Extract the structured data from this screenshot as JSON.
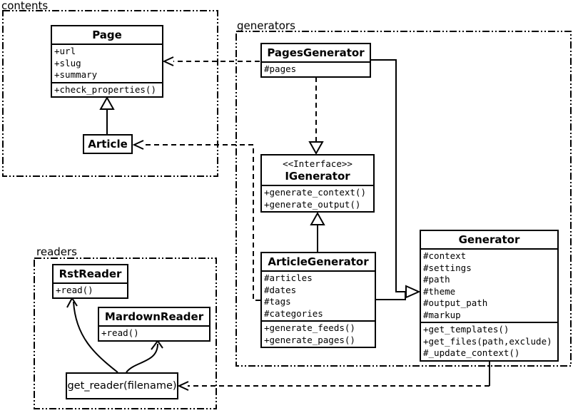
{
  "packages": {
    "contents": {
      "label": "contents"
    },
    "generators": {
      "label": "generators"
    },
    "readers": {
      "label": "readers"
    }
  },
  "classes": {
    "page": {
      "name": "Page",
      "attributes": [
        "+url",
        "+slug",
        "+summary"
      ],
      "methods": [
        "+check_properties()"
      ]
    },
    "article": {
      "name": "Article"
    },
    "pages_generator": {
      "name": "PagesGenerator",
      "attributes": [
        "#pages"
      ]
    },
    "igenerator": {
      "stereotype": "<<Interface>>",
      "name": "IGenerator",
      "methods": [
        "+generate_context()",
        "+generate_output()"
      ]
    },
    "article_generator": {
      "name": "ArticleGenerator",
      "attributes": [
        "#articles",
        "#dates",
        "#tags",
        "#categories"
      ],
      "methods": [
        "+generate_feeds()",
        "+generate_pages()"
      ]
    },
    "generator": {
      "name": "Generator",
      "attributes": [
        "#context",
        "#settings",
        "#path",
        "#theme",
        "#output_path",
        "#markup"
      ],
      "methods": [
        "+get_templates()",
        "+get_files(path,exclude)",
        "#_update_context()"
      ]
    },
    "rst_reader": {
      "name": "RstReader",
      "methods": [
        "+read()"
      ]
    },
    "mardown_reader": {
      "name": "MardownReader",
      "methods": [
        "+read()"
      ]
    },
    "get_reader": {
      "label": "get_reader(filename)"
    }
  },
  "relationships": [
    {
      "from": "Article",
      "to": "Page",
      "type": "inheritance"
    },
    {
      "from": "PagesGenerator",
      "to": "Page",
      "type": "dependency"
    },
    {
      "from": "ArticleGenerator",
      "to": "Article",
      "type": "dependency"
    },
    {
      "from": "PagesGenerator",
      "to": "IGenerator",
      "type": "realization"
    },
    {
      "from": "ArticleGenerator",
      "to": "IGenerator",
      "type": "inheritance"
    },
    {
      "from": "PagesGenerator",
      "to": "Generator",
      "type": "inheritance"
    },
    {
      "from": "ArticleGenerator",
      "to": "Generator",
      "type": "inheritance"
    },
    {
      "from": "Generator",
      "to": "get_reader(filename)",
      "type": "dependency"
    },
    {
      "from": "get_reader(filename)",
      "to": "RstReader",
      "type": "call"
    },
    {
      "from": "get_reader(filename)",
      "to": "MardownReader",
      "type": "call"
    }
  ],
  "colors": {
    "line": "#000000",
    "background": "#ffffff",
    "box_fill": "#ffffff"
  }
}
